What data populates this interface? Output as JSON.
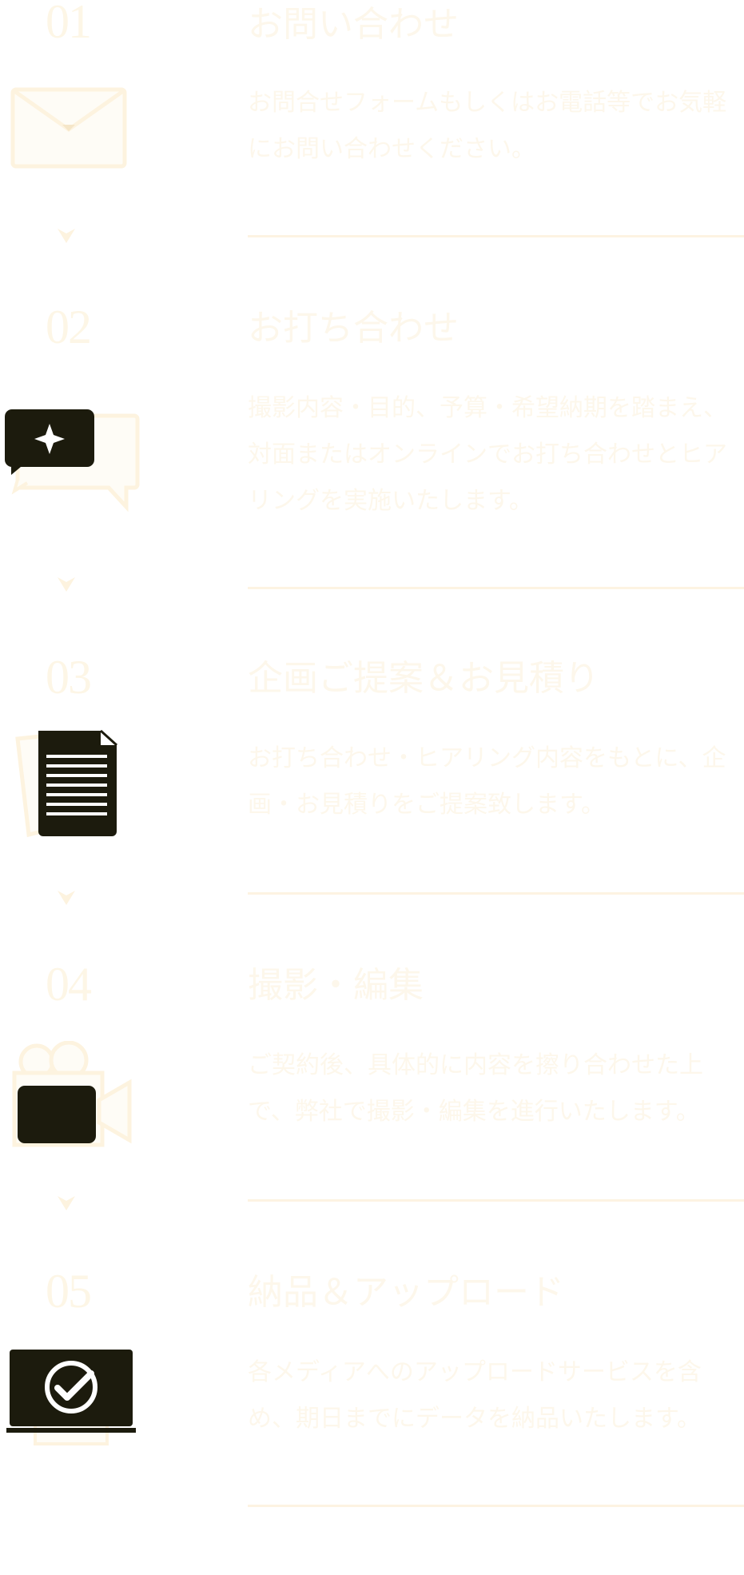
{
  "colors": {
    "faded_text": "#fdf7eb",
    "faded_number": "#fdf6e6",
    "faded_line": "#fdf3e2",
    "dark_icon": "#1c1b0d"
  },
  "steps": [
    {
      "number": "01",
      "title": "お問い合わせ",
      "description": "お問合せフォームもしくはお電話等でお気軽にお問い合わせください。",
      "icon": "envelope-icon"
    },
    {
      "number": "02",
      "title": "お打ち合わせ",
      "description": "撮影内容・目的、予算・希望納期を踏まえ、対面またはオンラインでお打ち合わせとヒアリングを実施いたします。",
      "icon": "chat-bubbles-icon"
    },
    {
      "number": "03",
      "title": "企画ご提案＆お見積り",
      "description": "お打ち合わせ・ヒアリング内容をもとに、企画・お見積りをご提案致します。",
      "icon": "document-icon"
    },
    {
      "number": "04",
      "title": "撮影・編集",
      "description": "ご契約後、具体的に内容を擦り合わせた上で、弊社で撮影・編集を進行いたします。",
      "icon": "video-camera-icon"
    },
    {
      "number": "05",
      "title": "納品＆アップロード",
      "description": "各メディアへのアップロードサービスを含め、期日までにデータを納品いたします。",
      "icon": "laptop-check-icon"
    }
  ]
}
